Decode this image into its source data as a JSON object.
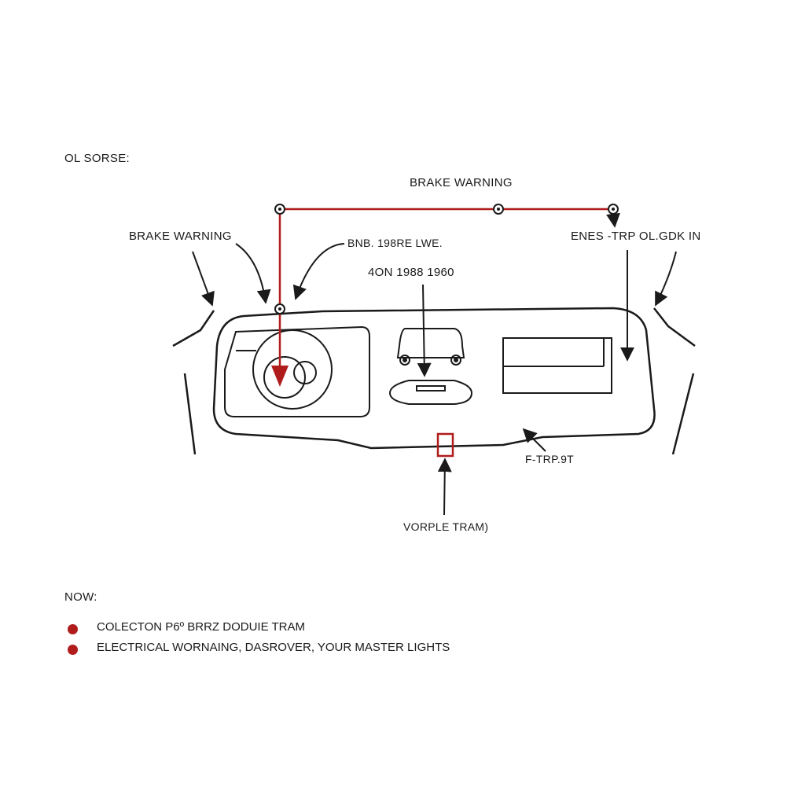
{
  "labels": {
    "heading": "OL SORSE:",
    "top_warning": "BRAKE WARNING",
    "left_warning": "BRAKE WARNING",
    "mid_callout": "BNB. 198RE LWE.",
    "model_callout": "4ON 1988 1960",
    "right_callout": "ENES -TRP OL.GDK IN",
    "trip_callout": "F-TRP.9T",
    "bottom_callout": "VORPLE TRAM)"
  },
  "notes": {
    "heading": "NOW:",
    "items": [
      "COLECTON P6º BRRZ DODUIE TRAM",
      "ELECTRICAL WORNAING, DASROVER, YOUR MASTER LIGHTS"
    ]
  },
  "colors": {
    "wire": "#b01c1c",
    "line": "#1a1a1a",
    "background": "#ffffff"
  }
}
